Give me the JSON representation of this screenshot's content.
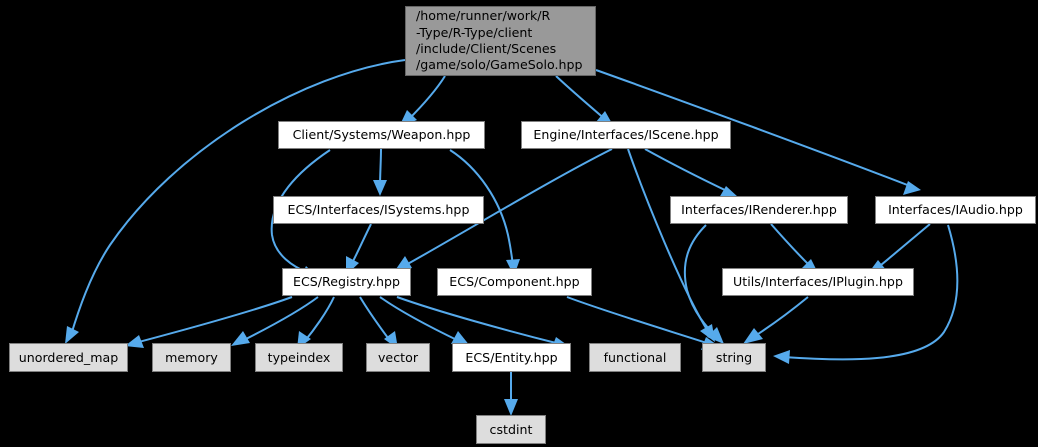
{
  "diagram": {
    "type": "include-dependency-graph",
    "title": "Include dependency graph for GameSolo.hpp",
    "background_color": "#000000",
    "edge_color": "#56aaec",
    "node_fill_project": "#ffffff",
    "node_fill_system": "#dddddd",
    "node_fill_root": "#999999",
    "node_border_color": "#808080"
  },
  "nodes": {
    "root": {
      "label": "/home/runner/work/R\n-Type/R-Type/client\n/include/Client/Scenes\n/game/solo/GameSolo.hpp",
      "kind": "root"
    },
    "weapon": {
      "label": "Client/Systems/Weapon.hpp",
      "kind": "project"
    },
    "iscene": {
      "label": "Engine/Interfaces/IScene.hpp",
      "kind": "project"
    },
    "isystems": {
      "label": "ECS/Interfaces/ISystems.hpp",
      "kind": "project"
    },
    "irenderer": {
      "label": "Interfaces/IRenderer.hpp",
      "kind": "project"
    },
    "iaudio": {
      "label": "Interfaces/IAudio.hpp",
      "kind": "project"
    },
    "registry": {
      "label": "ECS/Registry.hpp",
      "kind": "project"
    },
    "component": {
      "label": "ECS/Component.hpp",
      "kind": "project"
    },
    "iplugin": {
      "label": "Utils/Interfaces/IPlugin.hpp",
      "kind": "project"
    },
    "unordered_map": {
      "label": "unordered_map",
      "kind": "system"
    },
    "memory": {
      "label": "memory",
      "kind": "system"
    },
    "typeindex": {
      "label": "typeindex",
      "kind": "system"
    },
    "vector": {
      "label": "vector",
      "kind": "system"
    },
    "entity": {
      "label": "ECS/Entity.hpp",
      "kind": "project"
    },
    "functional": {
      "label": "functional",
      "kind": "system"
    },
    "string": {
      "label": "string",
      "kind": "system"
    },
    "cstdint": {
      "label": "cstdint",
      "kind": "system"
    }
  },
  "edges": [
    {
      "from": "root",
      "to": "unordered_map"
    },
    {
      "from": "root",
      "to": "weapon"
    },
    {
      "from": "root",
      "to": "iscene"
    },
    {
      "from": "root",
      "to": "iaudio"
    },
    {
      "from": "weapon",
      "to": "isystems"
    },
    {
      "from": "weapon",
      "to": "registry"
    },
    {
      "from": "weapon",
      "to": "component"
    },
    {
      "from": "isystems",
      "to": "registry"
    },
    {
      "from": "iscene",
      "to": "registry"
    },
    {
      "from": "iscene",
      "to": "irenderer"
    },
    {
      "from": "iscene",
      "to": "string"
    },
    {
      "from": "irenderer",
      "to": "iplugin"
    },
    {
      "from": "irenderer",
      "to": "string"
    },
    {
      "from": "iaudio",
      "to": "iplugin"
    },
    {
      "from": "iaudio",
      "to": "string"
    },
    {
      "from": "iplugin",
      "to": "string"
    },
    {
      "from": "registry",
      "to": "unordered_map"
    },
    {
      "from": "registry",
      "to": "memory"
    },
    {
      "from": "registry",
      "to": "typeindex"
    },
    {
      "from": "registry",
      "to": "vector"
    },
    {
      "from": "registry",
      "to": "entity"
    },
    {
      "from": "registry",
      "to": "functional"
    },
    {
      "from": "component",
      "to": "string"
    },
    {
      "from": "entity",
      "to": "cstdint"
    }
  ]
}
